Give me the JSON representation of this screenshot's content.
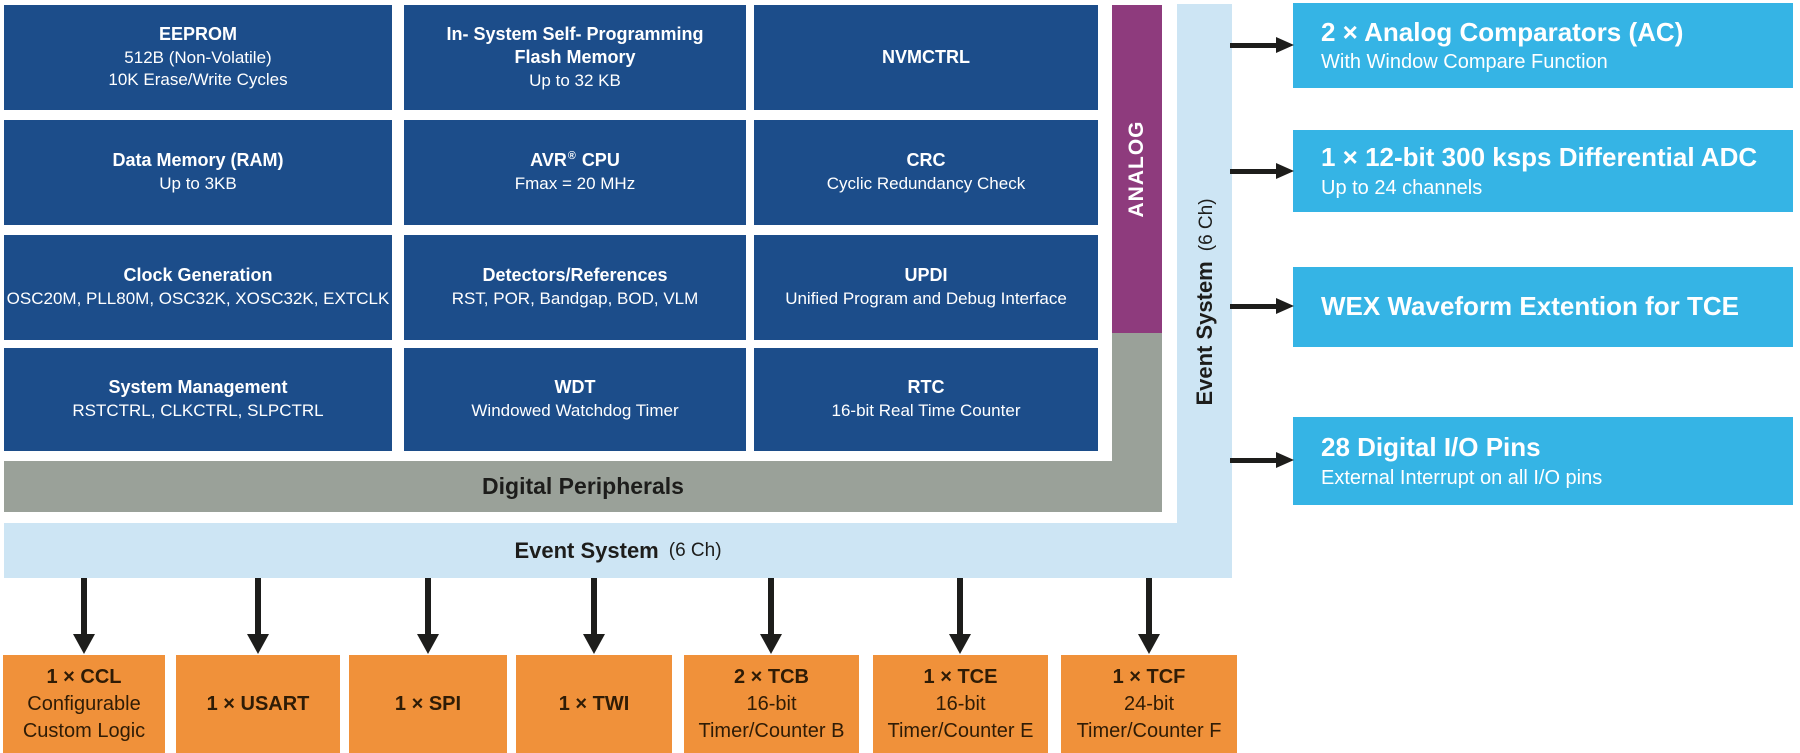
{
  "palette": {
    "core_blue": "#1c4d8a",
    "analog_purple": "#8e3b7d",
    "digital_gray": "#9aa199",
    "event_light_blue": "#cde5f4",
    "feature_cyan": "#35b4e5",
    "module_orange": "#f0913a",
    "arrow_black": "#1d1d1b",
    "module_text": "#2f1c06"
  },
  "core": [
    {
      "b0": "EEPROM",
      "n0": "512B (Non-Volatile)",
      "n1": "10K Erase/Write Cycles"
    },
    {
      "b0": "In- System Self- Programming",
      "b1": "Flash Memory",
      "n0": "Up to 32 KB"
    },
    {
      "b0": "NVMCTRL"
    },
    {
      "b0": "Data Memory (RAM)",
      "n0": "Up to 3KB"
    },
    {
      "pre": "AVR",
      "sup": "®",
      "post": "CPU",
      "n0": "Fmax = 20 MHz"
    },
    {
      "b0": "CRC",
      "n0": "Cyclic Redundancy Check"
    },
    {
      "b0": "Clock Generation",
      "n0": "OSC20M, PLL80M, OSC32K, XOSC32K, EXTCLK"
    },
    {
      "b0": "Detectors/References",
      "n0": "RST, POR, Bandgap, BOD, VLM"
    },
    {
      "b0": "UPDI",
      "n0": "Unified Program and Debug Interface"
    },
    {
      "b0": "System Management",
      "n0": "RSTCTRL, CLKCTRL, SLPCTRL"
    },
    {
      "b0": "WDT",
      "n0": "Windowed Watchdog Timer"
    },
    {
      "b0": "RTC",
      "n0": "16-bit Real Time Counter"
    }
  ],
  "analog_label": "ANALOG",
  "digital_peripherals_label": "Digital Peripherals",
  "event_system": {
    "label": "Event System",
    "channels": "(6 Ch)"
  },
  "features": [
    {
      "title": "2 × Analog Comparators (AC)",
      "sub": "With Window Compare Function"
    },
    {
      "title": "1 × 12-bit 300 ksps Differential ADC",
      "sub": "Up to 24 channels"
    },
    {
      "title": "WEX Waveform Extention for TCE"
    },
    {
      "title": "28 Digital I/O Pins",
      "sub": "External Interrupt on all I/O pins"
    }
  ],
  "modules": [
    {
      "b0": "1 × CCL",
      "n0": "Configurable",
      "n1": "Custom Logic"
    },
    {
      "b0": "1 × USART"
    },
    {
      "b0": "1 × SPI"
    },
    {
      "b0": "1 × TWI"
    },
    {
      "b0": "2 × TCB",
      "n0": "16-bit",
      "n1": "Timer/Counter B"
    },
    {
      "b0": "1 × TCE",
      "n0": "16-bit",
      "n1": "Timer/Counter E"
    },
    {
      "b0": "1 × TCF",
      "n0": "24-bit",
      "n1": "Timer/Counter F"
    }
  ]
}
